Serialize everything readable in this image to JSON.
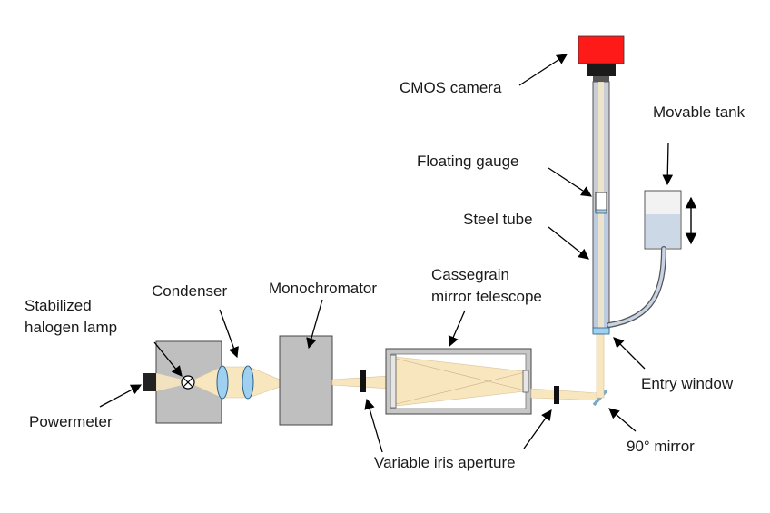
{
  "labels": {
    "cmos_camera": "CMOS camera",
    "movable_tank": "Movable tank",
    "floating_gauge": "Floating gauge",
    "steel_tube": "Steel tube",
    "cassegrain_line1": "Cassegrain",
    "cassegrain_line2": "mirror telescope",
    "monochromator": "Monochromator",
    "condenser": "Condenser",
    "lamp_line1": "Stabilized",
    "lamp_line2": "halogen lamp",
    "powermeter": "Powermeter",
    "entry_window": "Entry window",
    "mirror_90": "90° mirror",
    "iris_aperture": "Variable iris aperture"
  },
  "colors": {
    "beam": "#f8e6bf",
    "beam_edge": "#d8c29a",
    "box_fill": "#bfbfbf",
    "camera_red": "#ff1a1a",
    "window_blue": "#9fd0ef",
    "water": "#cdd8e6",
    "tube": "#c9cdd6"
  }
}
